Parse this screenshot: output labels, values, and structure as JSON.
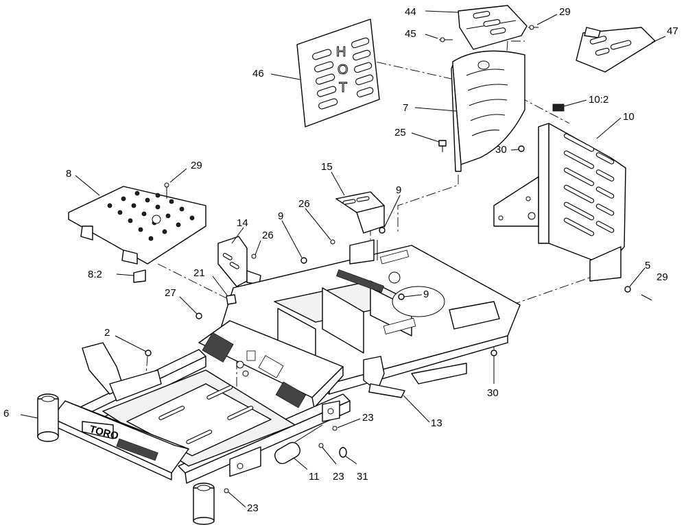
{
  "diagram": {
    "callouts": [
      {
        "id": "c44",
        "label": "44"
      },
      {
        "id": "c29a",
        "label": "29"
      },
      {
        "id": "c45",
        "label": "45"
      },
      {
        "id": "c47",
        "label": "47"
      },
      {
        "id": "c46",
        "label": "46"
      },
      {
        "id": "c7",
        "label": "7"
      },
      {
        "id": "c10_2",
        "label": "10:2"
      },
      {
        "id": "c10",
        "label": "10"
      },
      {
        "id": "c25",
        "label": "25"
      },
      {
        "id": "c30a",
        "label": "30"
      },
      {
        "id": "c29b",
        "label": "29"
      },
      {
        "id": "c8",
        "label": "8"
      },
      {
        "id": "c15",
        "label": "15"
      },
      {
        "id": "c9a",
        "label": "9"
      },
      {
        "id": "c26a",
        "label": "26"
      },
      {
        "id": "c14",
        "label": "14"
      },
      {
        "id": "c26b",
        "label": "26"
      },
      {
        "id": "c9b",
        "label": "9"
      },
      {
        "id": "c8_2",
        "label": "8:2"
      },
      {
        "id": "c21",
        "label": "21"
      },
      {
        "id": "c5",
        "label": "5"
      },
      {
        "id": "c29c",
        "label": "29"
      },
      {
        "id": "c27",
        "label": "27"
      },
      {
        "id": "c9c",
        "label": "9"
      },
      {
        "id": "c2",
        "label": "2"
      },
      {
        "id": "c30b",
        "label": "30"
      },
      {
        "id": "c6",
        "label": "6"
      },
      {
        "id": "c23a",
        "label": "23"
      },
      {
        "id": "c13",
        "label": "13"
      },
      {
        "id": "c11",
        "label": "11"
      },
      {
        "id": "c23b",
        "label": "23"
      },
      {
        "id": "c31",
        "label": "31"
      },
      {
        "id": "c23c",
        "label": "23"
      }
    ],
    "hot_letters": [
      "H",
      "O",
      "T"
    ],
    "brand_text": "TORO"
  }
}
